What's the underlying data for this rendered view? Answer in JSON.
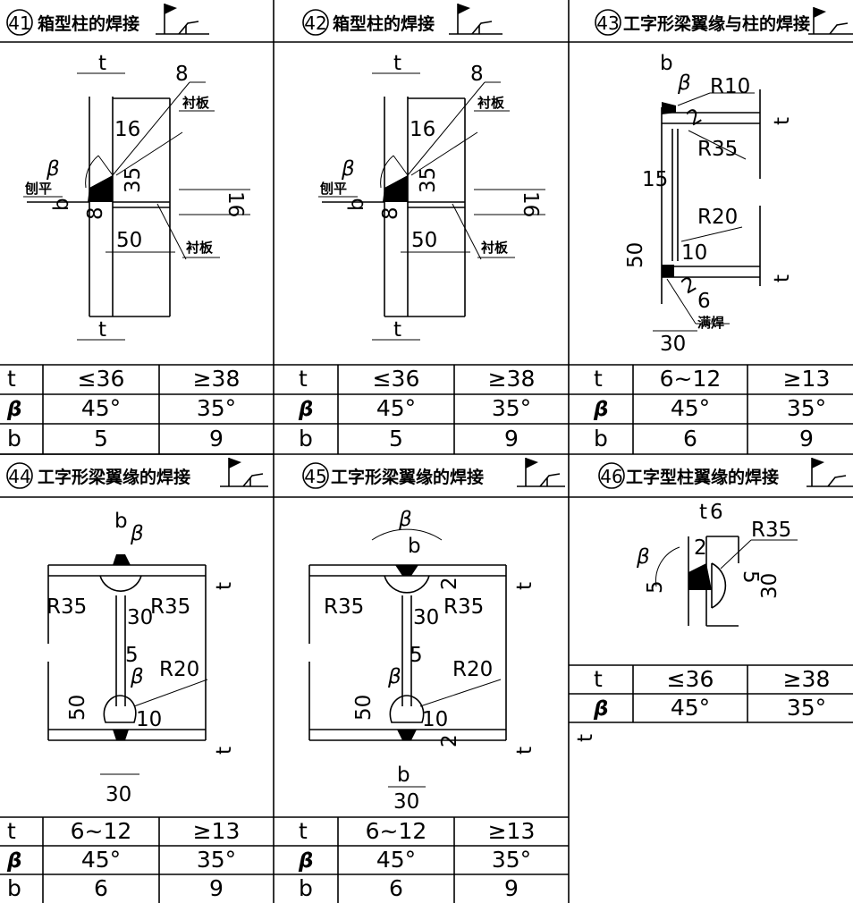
{
  "panels": [
    {
      "number": "41",
      "title": "箱型柱的焊接",
      "labels": {
        "t_top": "t",
        "t_bottom": "t",
        "gap": "8",
        "d16": "16",
        "d35": "35",
        "d50": "50",
        "d16b": "16",
        "beta": "β",
        "b": "b",
        "liner1": "衬板",
        "liner2": "衬板",
        "planed": "刨平",
        "d8": "8"
      }
    },
    {
      "number": "42",
      "title": "箱型柱的焊接",
      "labels": {
        "t_top": "t",
        "t_bottom": "t",
        "gap": "8",
        "d16": "16",
        "d35": "35",
        "d50": "50",
        "d16b": "16",
        "beta": "β",
        "b": "b",
        "liner1": "衬板",
        "liner2": "衬板",
        "planed": "刨平",
        "d8": "8"
      }
    },
    {
      "number": "43",
      "title": "工字形梁翼缘与柱的焊接",
      "labels": {
        "b": "b",
        "beta": "β",
        "r10": "R10",
        "r35": "R35",
        "r20": "R20",
        "d15": "15",
        "d50": "50",
        "d10": "10",
        "d2a": "2",
        "d2b": "2",
        "d6": "6",
        "d30": "30",
        "full": "满焊",
        "t1": "t",
        "t2": "t"
      }
    },
    {
      "number": "44",
      "title": "工字形梁翼缘的焊接",
      "labels": {
        "b": "b",
        "beta": "β",
        "beta2": "β",
        "r35a": "R35",
        "r35b": "R35",
        "r20": "R20",
        "d30a": "30",
        "d5": "5",
        "d50": "50",
        "d10": "10",
        "d30b": "30",
        "t1": "t",
        "t2": "t"
      }
    },
    {
      "number": "45",
      "title": "工字形梁翼缘的焊接",
      "labels": {
        "b": "b",
        "beta": "β",
        "beta2": "β",
        "r35a": "R35",
        "r35b": "R35",
        "r20": "R20",
        "d30a": "30",
        "d5": "5",
        "d50": "50",
        "d10": "10",
        "d2a": "2",
        "d2b": "2",
        "d30b": "30",
        "b2": "b",
        "t1": "t",
        "t2": "t"
      }
    },
    {
      "number": "46",
      "title": "工字型柱翼缘的焊接",
      "labels": {
        "t": "t",
        "d6": "6",
        "r35": "R35",
        "d2": "2",
        "d5": "5",
        "d30": "30",
        "beta": "β",
        "d5b": "5",
        "t2": "t"
      }
    }
  ],
  "tables": [
    {
      "rows": [
        [
          "t",
          "≤36",
          "≥38"
        ],
        [
          "β",
          "45°",
          "35°"
        ],
        [
          "b",
          "5",
          "9"
        ]
      ]
    },
    {
      "rows": [
        [
          "t",
          "≤36",
          "≥38"
        ],
        [
          "β",
          "45°",
          "35°"
        ],
        [
          "b",
          "5",
          "9"
        ]
      ]
    },
    {
      "rows": [
        [
          "t",
          "6~12",
          "≥13"
        ],
        [
          "β",
          "45°",
          "35°"
        ],
        [
          "b",
          "6",
          "9"
        ]
      ]
    },
    {
      "rows": [
        [
          "t",
          "6~12",
          "≥13"
        ],
        [
          "β",
          "45°",
          "35°"
        ],
        [
          "b",
          "6",
          "9"
        ]
      ]
    },
    {
      "rows": [
        [
          "t",
          "6~12",
          "≥13"
        ],
        [
          "β",
          "45°",
          "35°"
        ],
        [
          "b",
          "6",
          "9"
        ]
      ]
    },
    {
      "rows": [
        [
          "t",
          "≤36",
          "≥38"
        ],
        [
          "β",
          "45°",
          "35°"
        ]
      ]
    }
  ]
}
